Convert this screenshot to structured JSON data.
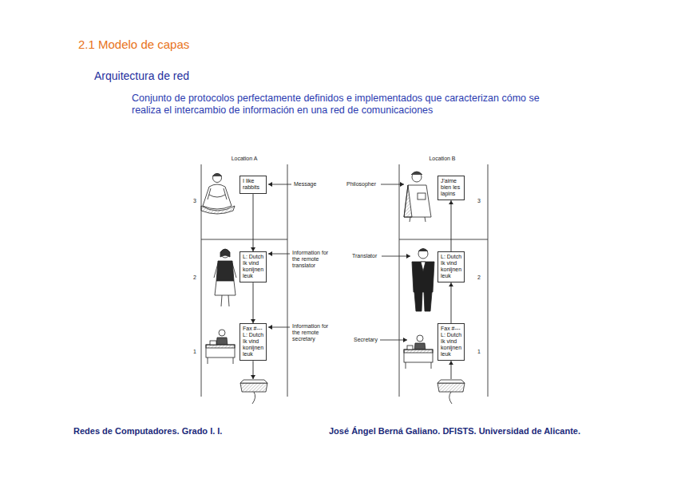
{
  "diagram": {
    "title": "2.1 Modelo de capas",
    "nodes": [
      {
        "text": [
          "Location A"
        ]
      },
      {
        "text": [
          "I like rabbits"
        ],
        "in": 0
      },
      {
        "text": [
          "L: Dutch Ik vind konijnen leuk"
        ],
        "in": 0
      },
      {
        "text": [
          "Fax #--- L: Dutch Ik vind konijnen leuk"
        ],
        "in": 0
      },
      {
        "text": [
          "Location B"
        ]
      },
      {
        "text": [
          "J'aime bien les lapins"
        ],
        "in": 4
      },
      {
        "text": [
          "L: Dutch Ik vind konijnen leuk"
        ],
        "in": 4
      },
      {
        "text": [
          "Fax #--- L: Dutch Ik vind konijnen leuk"
        ],
        "in": 4
      }
    ],
    "edges": [
      {
        "from": 1,
        "to": 2,
        "arrow": "to"
      },
      {
        "from": 2,
        "to": 3,
        "arrow": "to"
      },
      {
        "from": 7,
        "to": 6,
        "arrow": "to"
      },
      {
        "from": 6,
        "to": 5,
        "arrow": "to"
      }
    ],
    "labels": [
      "Arquitectura de red",
      "Conjunto de protocolos perfectamente definidos e implementados que caracterizan cómo se realiza el intercambio de información en una red de comunicaciones",
      "3",
      "2",
      "1",
      "Message",
      "Information for the remote translator",
      "Information for the remote secretary",
      "Philosopher",
      "Translator",
      "Secretary",
      "3",
      "2",
      "1",
      "Redes de Computadores. Grado I. I.",
      "José Ángel Berná Galiano. DFISTS. Universidad de Alicante."
    ]
  }
}
